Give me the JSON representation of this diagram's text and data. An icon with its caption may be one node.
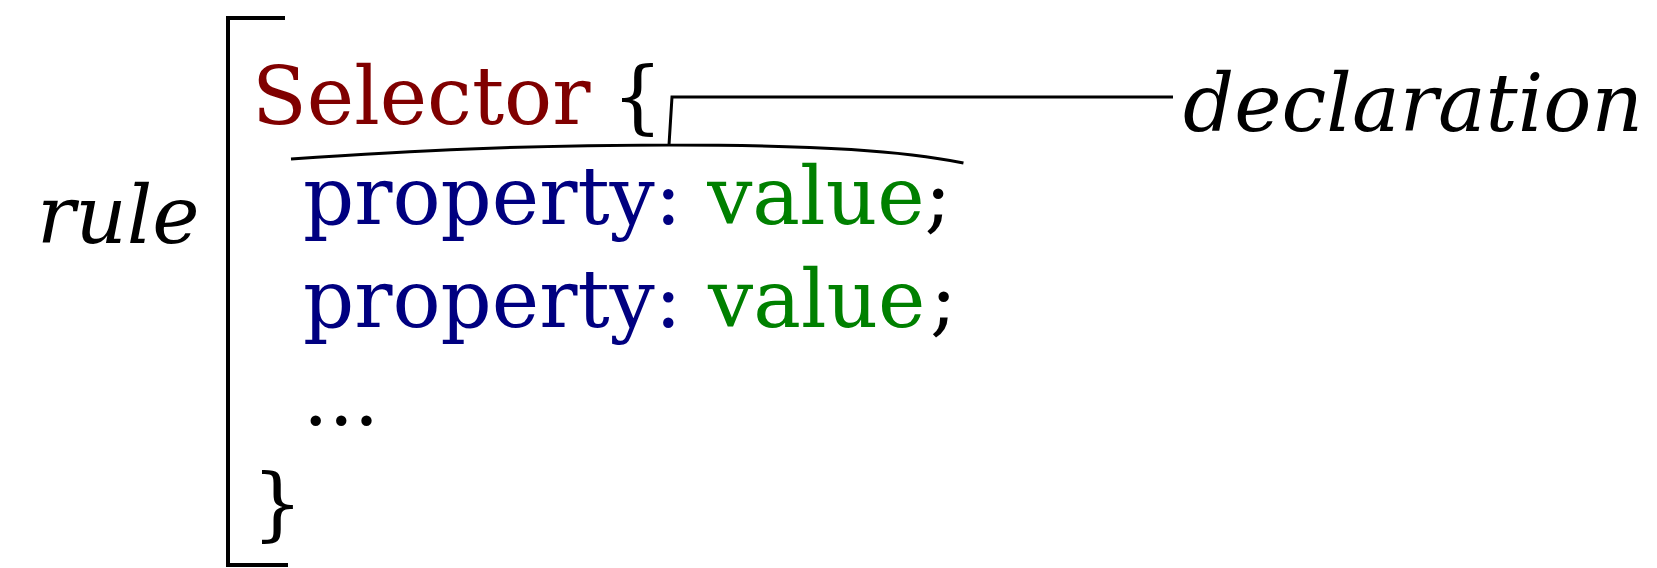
{
  "diagram": {
    "nodes": [
      {
        "text": [
          "declaration"
        ]
      },
      {
        "text": [
          "property:",
          "value",
          ";"
        ]
      }
    ],
    "edges": [
      {
        "from": 0,
        "to": 1,
        "arrow": "none"
      }
    ],
    "labels": [
      "Selector",
      "{",
      "rule",
      "property:",
      "value",
      ";",
      "...",
      "}"
    ]
  }
}
